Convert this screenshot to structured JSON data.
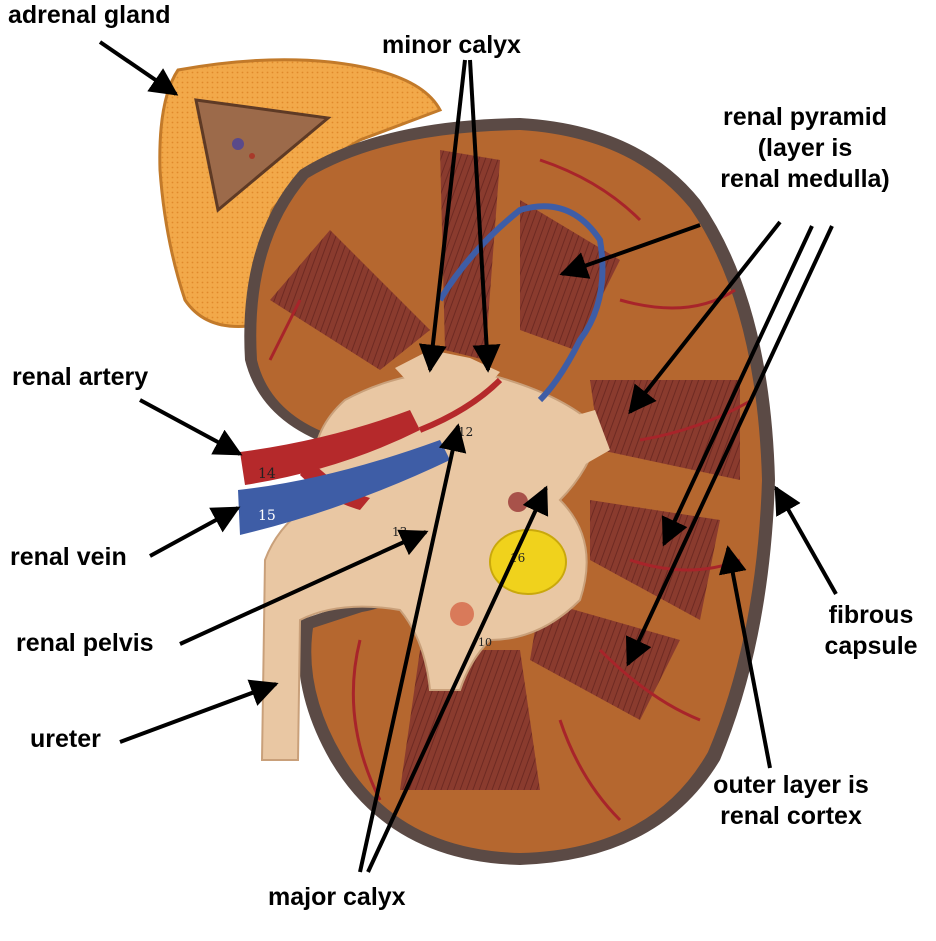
{
  "labels": {
    "adrenal_gland": "adrenal gland",
    "minor_calyx": "minor calyx",
    "renal_pyramid": [
      "renal pyramid",
      "(layer is",
      "renal medulla)"
    ],
    "renal_artery": "renal artery",
    "renal_vein": "renal vein",
    "renal_pelvis": "renal pelvis",
    "ureter": "ureter",
    "fibrous_capsule": [
      "fibrous",
      "capsule"
    ],
    "renal_cortex": [
      "outer layer is",
      "renal cortex"
    ],
    "major_calyx": "major calyx"
  },
  "model_numbers": {
    "artery": "14",
    "vein": "15",
    "pelvis": "13",
    "calyx": "12",
    "fat": "16",
    "papilla": "10"
  },
  "colors": {
    "background": "#ffffff",
    "adrenal_cortex": "#f2a94a",
    "adrenal_medulla": "#9c6a4a",
    "renal_cortex": "#b5672f",
    "renal_medulla": "#8a3b2e",
    "capsule": "#5b4a45",
    "pelvis": "#e9c7a3",
    "artery": "#b5292b",
    "vein": "#3e5da6",
    "fat": "#f0d21c",
    "arrow": "#000000"
  }
}
